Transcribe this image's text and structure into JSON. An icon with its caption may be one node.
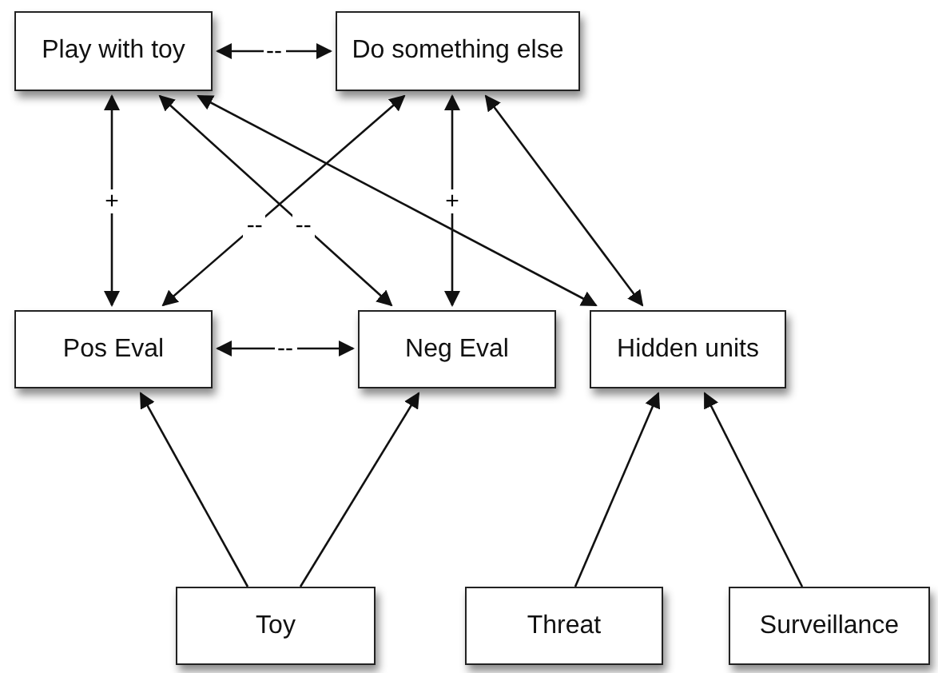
{
  "diagram": {
    "nodes": [
      {
        "text": [
          "Play with toy"
        ]
      },
      {
        "text": [
          "Do something else"
        ]
      },
      {
        "text": [
          "Pos Eval"
        ]
      },
      {
        "text": [
          "Neg Eval"
        ]
      },
      {
        "text": [
          "Hidden units"
        ]
      },
      {
        "text": [
          "Toy"
        ]
      },
      {
        "text": [
          "Threat"
        ]
      },
      {
        "text": [
          "Surveillance"
        ]
      }
    ],
    "edges": [
      {
        "from": 0,
        "to": 1,
        "arrow": "both",
        "label": "--"
      },
      {
        "from": 0,
        "to": 2,
        "arrow": "both",
        "label": "+"
      },
      {
        "from": 1,
        "to": 2,
        "arrow": "both",
        "label": "--"
      },
      {
        "from": 0,
        "to": 3,
        "arrow": "both",
        "label": "--"
      },
      {
        "from": 1,
        "to": 3,
        "arrow": "both",
        "label": "+"
      },
      {
        "from": 0,
        "to": 4,
        "arrow": "both"
      },
      {
        "from": 1,
        "to": 4,
        "arrow": "both"
      },
      {
        "from": 2,
        "to": 3,
        "arrow": "both",
        "label": "--"
      },
      {
        "from": 5,
        "to": 2,
        "arrow": "to"
      },
      {
        "from": 5,
        "to": 3,
        "arrow": "to"
      },
      {
        "from": 6,
        "to": 4,
        "arrow": "to"
      },
      {
        "from": 7,
        "to": 4,
        "arrow": "to"
      }
    ]
  }
}
